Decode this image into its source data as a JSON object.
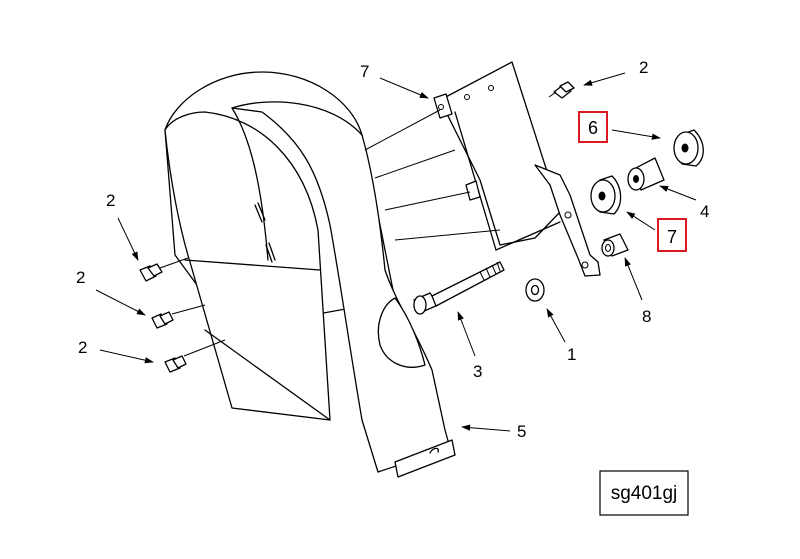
{
  "diagram": {
    "callouts": [
      {
        "id": "c1",
        "label": "1"
      },
      {
        "id": "c2a",
        "label": "2"
      },
      {
        "id": "c2b",
        "label": "2"
      },
      {
        "id": "c2c",
        "label": "2"
      },
      {
        "id": "c2d",
        "label": "2"
      },
      {
        "id": "c3",
        "label": "3"
      },
      {
        "id": "c4",
        "label": "4"
      },
      {
        "id": "c5",
        "label": "5"
      },
      {
        "id": "c6",
        "label": "6"
      },
      {
        "id": "c7a",
        "label": "7"
      },
      {
        "id": "c7b",
        "label": "7"
      },
      {
        "id": "c8",
        "label": "8"
      }
    ],
    "highlight_color": "#d9181f",
    "reference_code": "sg401gj"
  }
}
